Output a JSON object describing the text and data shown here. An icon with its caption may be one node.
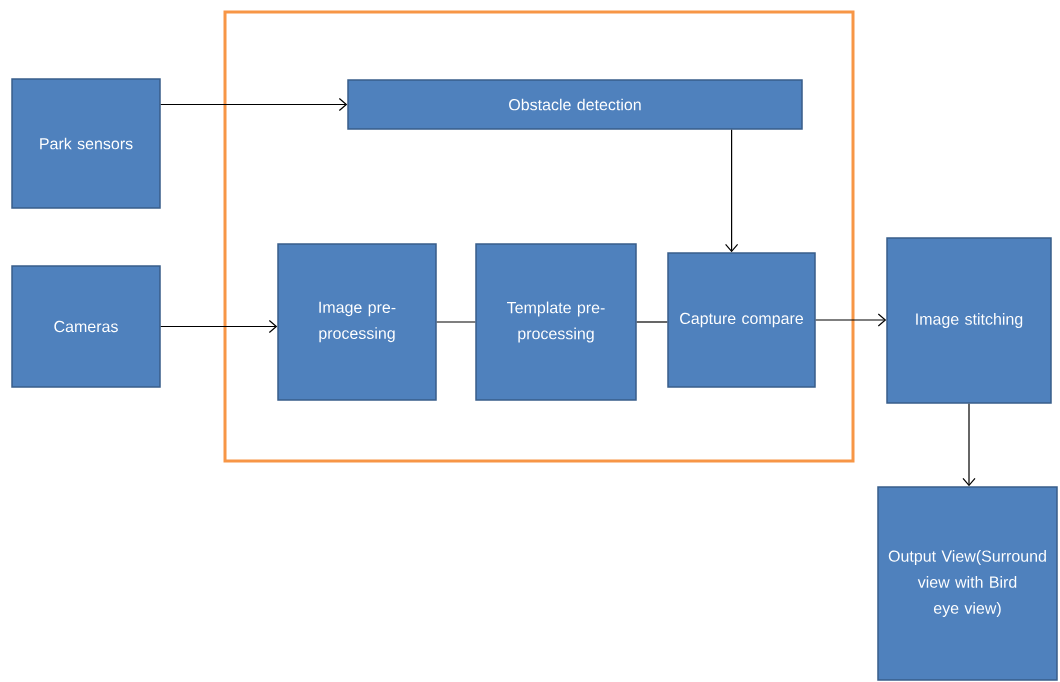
{
  "diagram": {
    "nodes": [
      {
        "text": [],
        "shape": "box"
      },
      {
        "text": [
          "Park sensors"
        ]
      },
      {
        "text": [
          "Obstacle detection"
        ],
        "in": 0
      },
      {
        "text": [
          "Cameras"
        ]
      },
      {
        "text": [
          "Image pre-processing"
        ],
        "in": 0
      },
      {
        "text": [
          "Template pre-processing"
        ],
        "in": 0
      },
      {
        "text": [
          "Capture compare"
        ],
        "in": 0
      },
      {
        "text": [
          "Image stitching"
        ]
      },
      {
        "text": [
          "Output View(Surround view with Bird eye view)"
        ]
      }
    ],
    "edges": [
      {
        "from": 1,
        "to": 2,
        "arrow": "to"
      },
      {
        "from": 3,
        "to": 4,
        "arrow": "to"
      },
      {
        "from": 4,
        "to": 5,
        "arrow": "none"
      },
      {
        "from": 5,
        "to": 6,
        "arrow": "none"
      },
      {
        "from": 2,
        "to": 6,
        "arrow": "to"
      },
      {
        "from": 6,
        "to": 7,
        "arrow": "to"
      },
      {
        "from": 7,
        "to": 8,
        "arrow": "to"
      }
    ]
  }
}
